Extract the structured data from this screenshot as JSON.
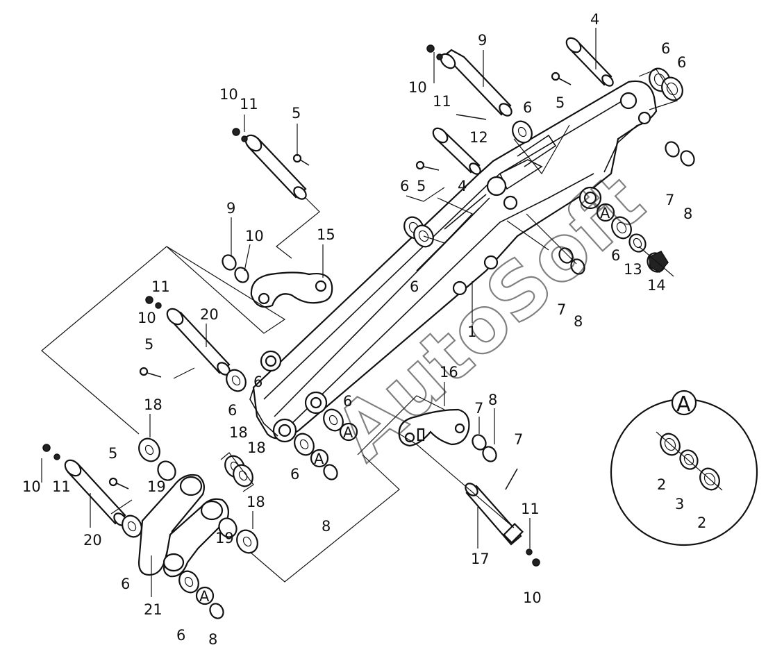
{
  "watermark": "AutoSoft",
  "detail_view": {
    "marker": "A"
  },
  "callouts": {
    "boom_main": "1",
    "bushing_a_outer": "2",
    "bushing_a_inner": "3",
    "bushing_a_right": "2",
    "pin_top_right": "4",
    "pin_upper_mid": "4",
    "bolt_top_right": "5",
    "bolt_upper_left": "5",
    "bolt_mid_a": "5",
    "bolt_mid_b": "5",
    "bolt_lower_left": "5",
    "shim_top_right_1": "6",
    "shim_top_right_2": "6",
    "shim_top_mid": "6",
    "shim_cluster_1": "6",
    "shim_cluster_2": "6",
    "shim_boom_body": "6",
    "shim_link_upper": "6",
    "shim_link_lower": "6",
    "shim_right_mid": "6",
    "shim_pin20_upper": "6",
    "shim_bottom_left": "6",
    "shim_bottom": "6",
    "shim_boom_lower": "6",
    "ring_right_upper": "7",
    "ring_right_mid": "7",
    "ring_link16": "7",
    "bolt_pin17": "7",
    "ring_right_upper_b": "8",
    "ring_right_mid_b": "8",
    "ring_link16_b": "8",
    "ring_bottom_mid": "8",
    "ring_bottom": "8",
    "pin_top": "9",
    "washer_upper_left": "9",
    "fitting_top": "10",
    "fitting_upper_left": "10",
    "washer_link15": "10",
    "fitting_mid_left": "10",
    "fitting_lower_left": "10",
    "fitting_pin17": "10",
    "nipple_top": "11",
    "nipple_upper_left": "11",
    "nipple_mid_left": "11",
    "nipple_lower_left": "11",
    "nipple_pin17": "11",
    "bolt_top": "12",
    "seal_right": "13",
    "nut_right": "14",
    "link_upper": "15",
    "link_lower": "16",
    "pin_lower_right": "17",
    "washer_lower_1": "18",
    "washer_lower_2": "18",
    "washer_lower_3": "18",
    "washer_lower_4": "18",
    "bushing_lower_1": "19",
    "bushing_lower_2": "19",
    "pin_mid_left": "20",
    "pin_lower_left": "20",
    "link_bottom": "21"
  }
}
